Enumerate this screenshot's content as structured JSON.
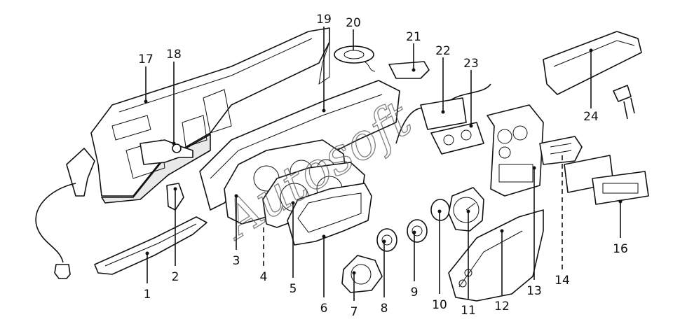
{
  "watermark": "Autosoft",
  "callouts": [
    {
      "id": "1",
      "label": "1"
    },
    {
      "id": "2",
      "label": "2"
    },
    {
      "id": "3",
      "label": "3"
    },
    {
      "id": "4",
      "label": "4"
    },
    {
      "id": "5",
      "label": "5"
    },
    {
      "id": "6",
      "label": "6"
    },
    {
      "id": "7",
      "label": "7"
    },
    {
      "id": "8",
      "label": "8"
    },
    {
      "id": "9",
      "label": "9"
    },
    {
      "id": "10",
      "label": "10"
    },
    {
      "id": "11",
      "label": "11"
    },
    {
      "id": "12",
      "label": "12"
    },
    {
      "id": "13",
      "label": "13"
    },
    {
      "id": "14",
      "label": "14"
    },
    {
      "id": "16",
      "label": "16"
    },
    {
      "id": "17",
      "label": "17"
    },
    {
      "id": "18",
      "label": "18"
    },
    {
      "id": "19",
      "label": "19"
    },
    {
      "id": "20",
      "label": "20"
    },
    {
      "id": "21",
      "label": "21"
    },
    {
      "id": "22",
      "label": "22"
    },
    {
      "id": "23",
      "label": "23"
    },
    {
      "id": "24",
      "label": "24"
    }
  ]
}
